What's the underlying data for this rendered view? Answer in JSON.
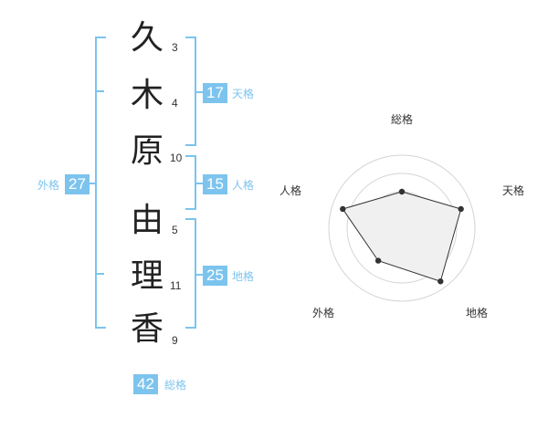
{
  "name": {
    "chars": [
      {
        "char": "久",
        "strokes": "3"
      },
      {
        "char": "木",
        "strokes": "4"
      },
      {
        "char": "原",
        "strokes": "10"
      },
      {
        "char": "由",
        "strokes": "5"
      },
      {
        "char": "理",
        "strokes": "11"
      },
      {
        "char": "香",
        "strokes": "9"
      }
    ]
  },
  "kaku": {
    "tenkaku": {
      "value": "17",
      "label": "天格"
    },
    "jinkaku": {
      "value": "15",
      "label": "人格"
    },
    "chikaku": {
      "value": "25",
      "label": "地格"
    },
    "gaikaku": {
      "value": "27",
      "label": "外格"
    },
    "soukaku": {
      "value": "42",
      "label": "総格"
    }
  },
  "colors": {
    "accent": "#7cc4ee",
    "text": "#222222"
  },
  "chart_data": {
    "type": "radar",
    "axes": [
      "総格",
      "天格",
      "地格",
      "外格",
      "人格"
    ],
    "values": [
      0.5,
      0.85,
      0.9,
      0.55,
      0.85
    ],
    "range": [
      0,
      1
    ],
    "rings": 4
  }
}
